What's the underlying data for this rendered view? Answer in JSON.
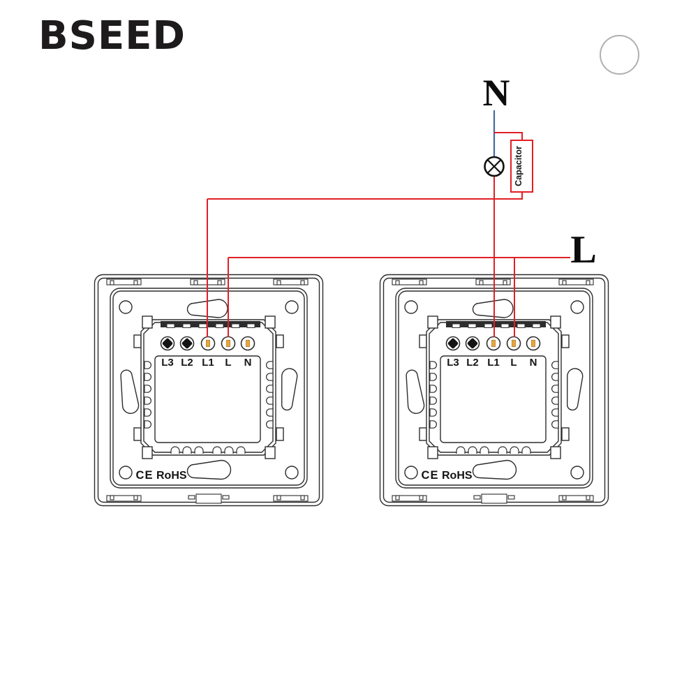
{
  "brand": {
    "logo_text": "BSEED"
  },
  "diagram": {
    "neutral_label": "N",
    "live_label": "L",
    "capacitor_label": "Capacitor",
    "colors": {
      "live_wire": "#e11f26",
      "neutral_wire": "#48699b",
      "screw_slot": "#eaa53e",
      "line_art": "#2d2d2d",
      "circle_marker": "#b0b0b0"
    }
  },
  "switch": {
    "terminals": [
      "L3",
      "L2",
      "L1",
      "L",
      "N"
    ],
    "ce_mark": "CE",
    "rohs_mark": "RoHS"
  }
}
